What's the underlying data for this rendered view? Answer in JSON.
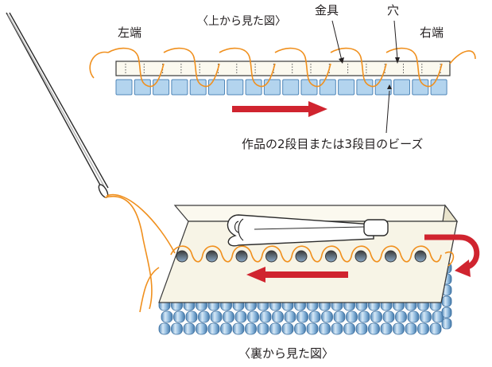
{
  "labels": {
    "top_view": "〈上から見た図〉",
    "left_end": "左端",
    "right_end": "右端",
    "metal_fitting": "金具",
    "hole": "穴",
    "beads_note": "作品の2段目または3段目のビーズ",
    "back_view": "〈裏から見た図〉"
  },
  "icons": {
    "needle": "needle-icon",
    "direction_arrow": "red-arrow-icon",
    "turn_arrow": "curved-red-arrow-icon"
  },
  "colors": {
    "thread": "#f0901e",
    "bead_fill": "#b3d4ee",
    "bead_stroke": "#4f86b8",
    "arrow_red": "#d0242f",
    "plate_fill": "#f7f4e6",
    "plate_stroke": "#3a3a3a",
    "text": "#231f20"
  }
}
